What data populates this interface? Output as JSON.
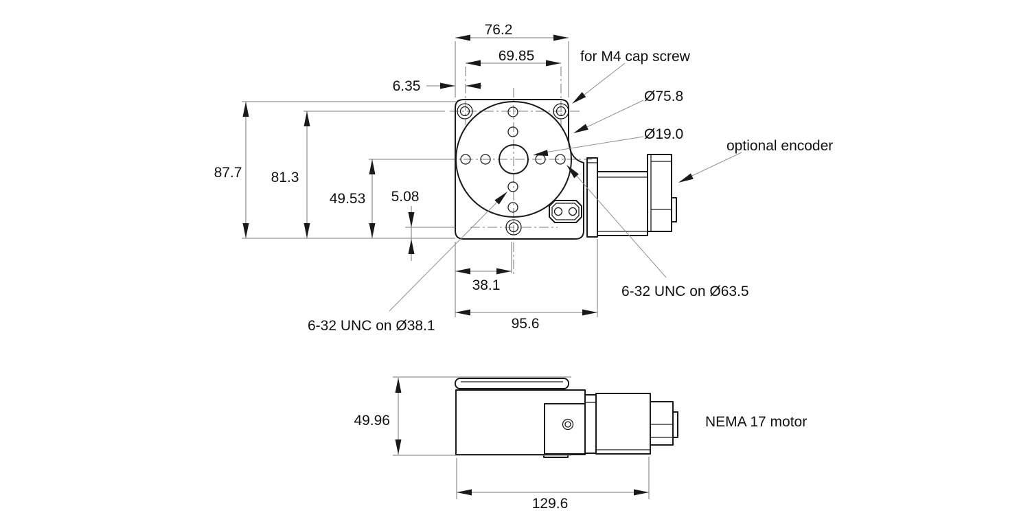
{
  "drawing": {
    "dims": {
      "plate_width": "76.2",
      "hole_span": "69.85",
      "hole_edge_offset": "6.35",
      "overall_height": "87.7",
      "holes_to_base": "81.3",
      "center_to_base": "49.53",
      "hole_to_edge": "5.08",
      "edge_to_center": "38.1",
      "body_length": "95.6",
      "stage_height": "49.96",
      "overall_length": "129.6"
    },
    "labels": {
      "cap_screw": "for M4 cap screw",
      "platform_diameter": "Ø75.8",
      "center_hole_diameter": "Ø19.0",
      "encoder": "optional encoder",
      "outer_bolt_circle": "6-32 UNC on Ø63.5",
      "inner_bolt_circle": "6-32 UNC on Ø38.1",
      "motor": "NEMA 17 motor"
    },
    "colors": {
      "outline": "#1a1a1a",
      "thin_line": "#777777",
      "leader_line": "#8f8f8f",
      "text": "#111111",
      "background": "#ffffff"
    }
  }
}
